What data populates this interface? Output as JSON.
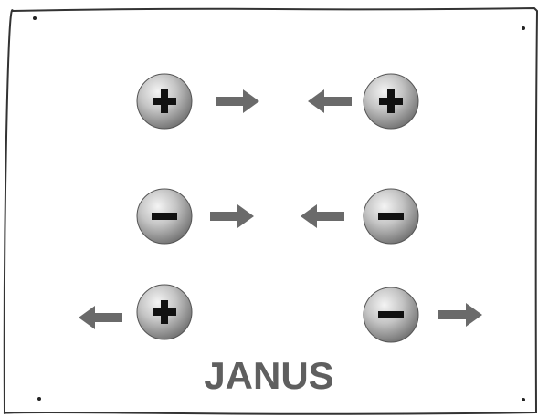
{
  "diagram": {
    "title": "JANUS",
    "colors": {
      "border": "#333333",
      "arrow": "#6a6a6a",
      "sphere_light": "#f2f2f2",
      "sphere_mid": "#b3b3b3",
      "sphere_dark": "#6e6e6e",
      "sign": "#111111",
      "title": "#5f5f5f"
    },
    "rows": [
      {
        "name": "row-positive-positive",
        "particles": [
          {
            "sign": "+",
            "arrow": "right"
          },
          {
            "sign": "+",
            "arrow": "left"
          }
        ]
      },
      {
        "name": "row-negative-negative",
        "particles": [
          {
            "sign": "−",
            "arrow": "right"
          },
          {
            "sign": "−",
            "arrow": "left"
          }
        ]
      },
      {
        "name": "row-positive-negative",
        "particles": [
          {
            "sign": "+",
            "arrow": "left"
          },
          {
            "sign": "−",
            "arrow": "right"
          }
        ]
      }
    ]
  }
}
